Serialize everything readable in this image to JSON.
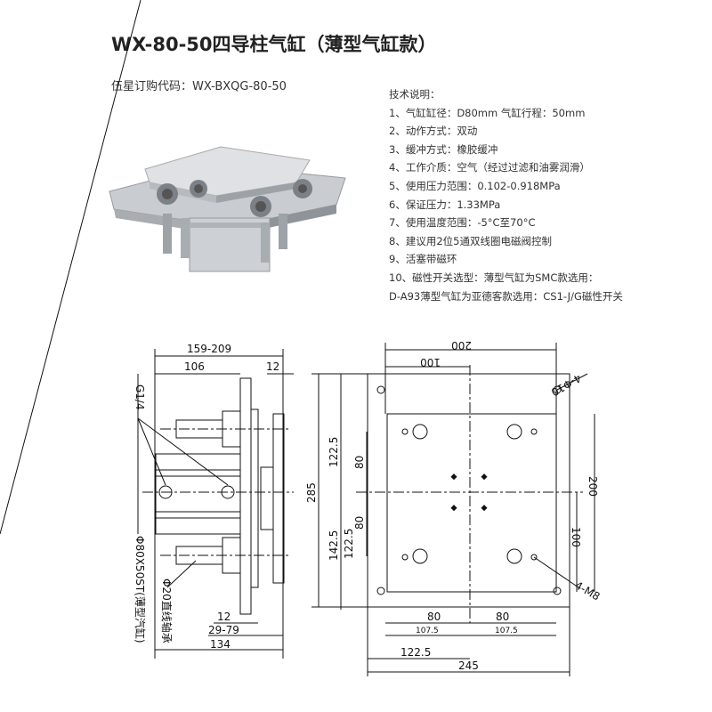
{
  "title": "WX-80-50四导柱气缸（薄型气缸款）",
  "order_code": "伍星订购代码：WX-BXQG-80-50",
  "specs": {
    "heading": "技术说明：",
    "items": [
      "1、气缸缸径：D80mm    气缸行程：50mm",
      "2、动作方式：双动",
      "3、缓冲方式：橡胶缓冲",
      "4、工作介质：空气（经过过滤和油雾润滑）",
      "5、使用压力范围：0.102-0.918MPa",
      "6、保证压力：1.33MPa",
      "7、使用温度范围：-5°C至70°C",
      "8、建议用2位5通双线圈电磁阀控制",
      "9、活塞带磁环",
      "10、磁性开关选型：薄型气缸为SMC款选用：",
      "D-A93薄型气缸为亚德客款选用：CS1-J/G磁性开关"
    ]
  },
  "side_view": {
    "overall": "159-209",
    "body": "106",
    "plate": "12",
    "port": "G1/4",
    "cylinder": "Φ80X50ST(薄型汽缸)",
    "bearing": "Φ20直线轴承",
    "plate_bottom": "12",
    "stroke": "29-79",
    "total": "134"
  },
  "front_view": {
    "width_top": "200",
    "half_top": "100",
    "holes": "4-Φ10",
    "height": "285",
    "upper_offset": "122.5",
    "upper_half": "80",
    "lower_half": "80",
    "lower_offset": "122.5",
    "lower_total": "142.5",
    "right_height": "200",
    "right_half": "100",
    "thread": "4-M8",
    "bottom_left": "80",
    "bottom_right": "80",
    "bottom_left_sub": "107.5",
    "bottom_right_sub": "107.5",
    "bottom_offset": "122.5",
    "width_bottom": "245"
  }
}
